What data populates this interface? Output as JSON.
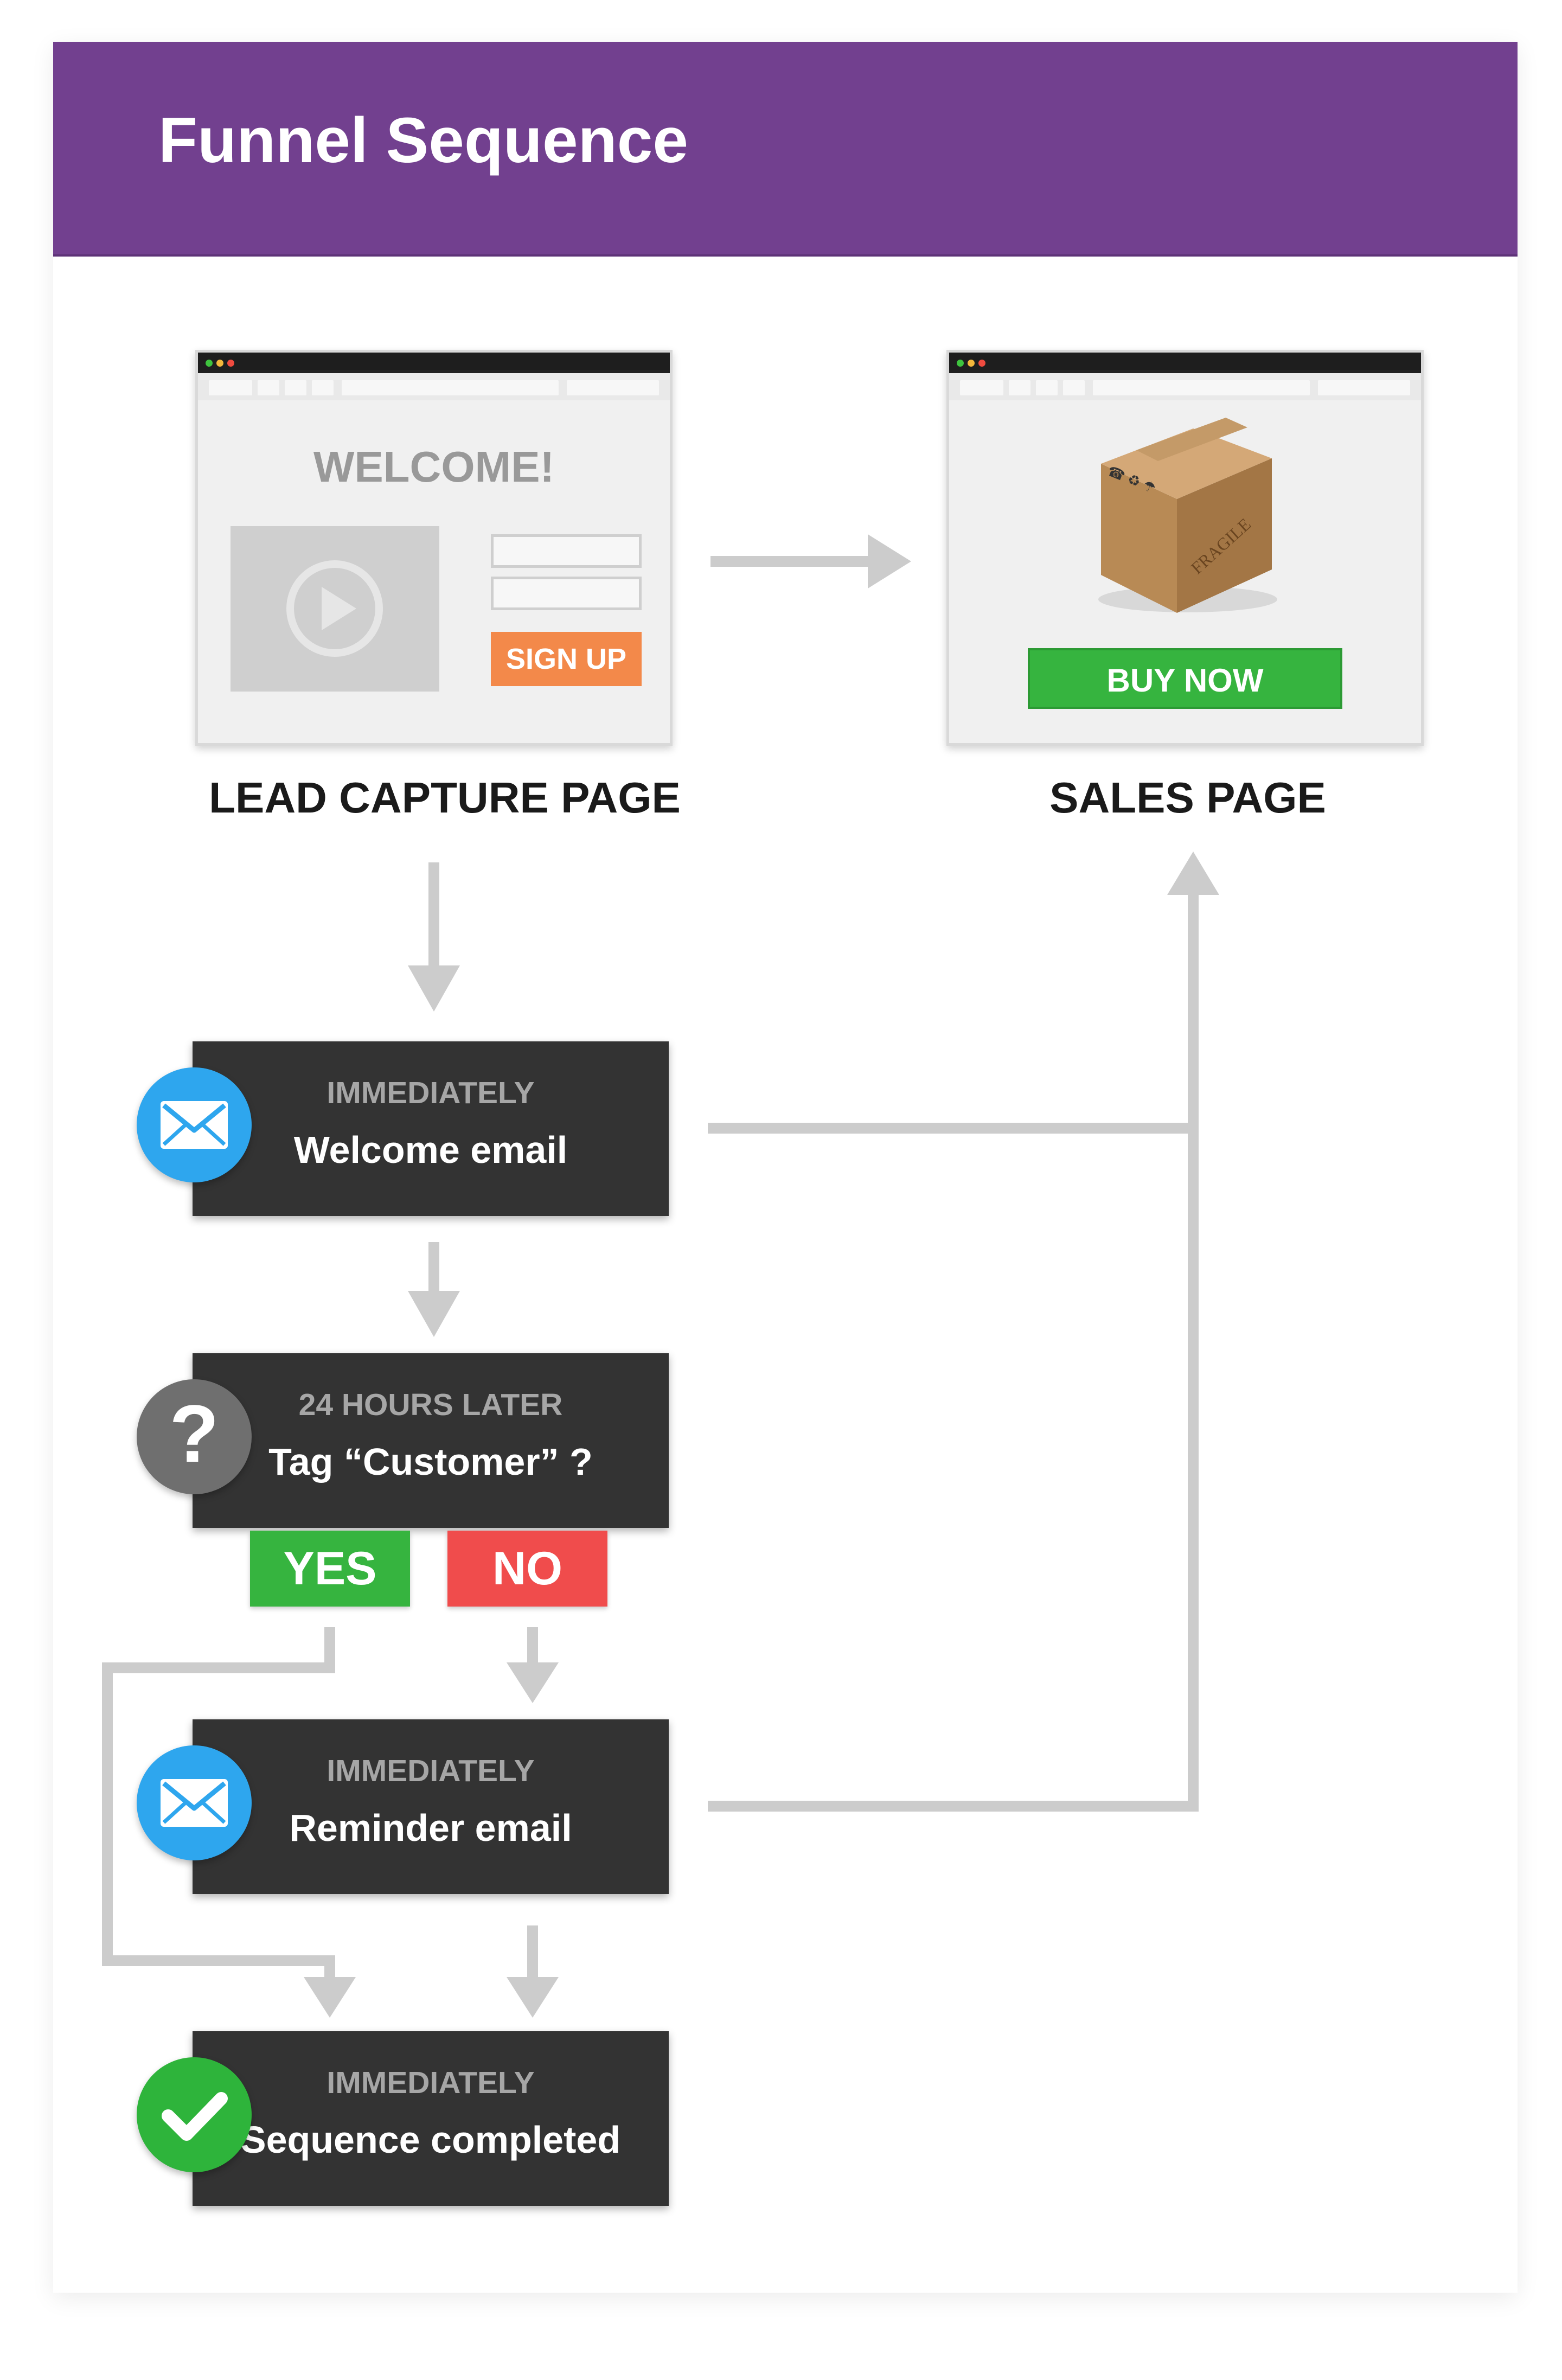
{
  "header": {
    "title": "Funnel Sequence"
  },
  "lead_capture": {
    "welcome": "WELCOME!",
    "signup_label": "SIGN UP",
    "caption": "LEAD CAPTURE PAGE"
  },
  "sales": {
    "box_label": "FRAGILE",
    "buy_label": "BUY NOW",
    "caption": "SALES PAGE"
  },
  "steps": [
    {
      "timing": "IMMEDIATELY",
      "title": "Welcome email",
      "icon": "envelope-icon"
    },
    {
      "timing": "24 HOURS LATER",
      "title": "Tag “Customer” ?",
      "icon": "question-icon"
    },
    {
      "timing": "IMMEDIATELY",
      "title": "Reminder email",
      "icon": "envelope-icon"
    },
    {
      "timing": "IMMEDIATELY",
      "title": "Sequence completed",
      "icon": "checkmark-icon"
    }
  ],
  "decision": {
    "yes": "YES",
    "no": "NO"
  },
  "colors": {
    "header": "#72408f",
    "step_bg": "#333333",
    "yes": "#36b43f",
    "no": "#f04c4c",
    "signup": "#f3894a",
    "buy": "#36b43f",
    "email_badge": "#2ea6ee",
    "question_badge": "#6f6f6f",
    "check_badge": "#2eb43b",
    "connector": "#cccccc"
  }
}
